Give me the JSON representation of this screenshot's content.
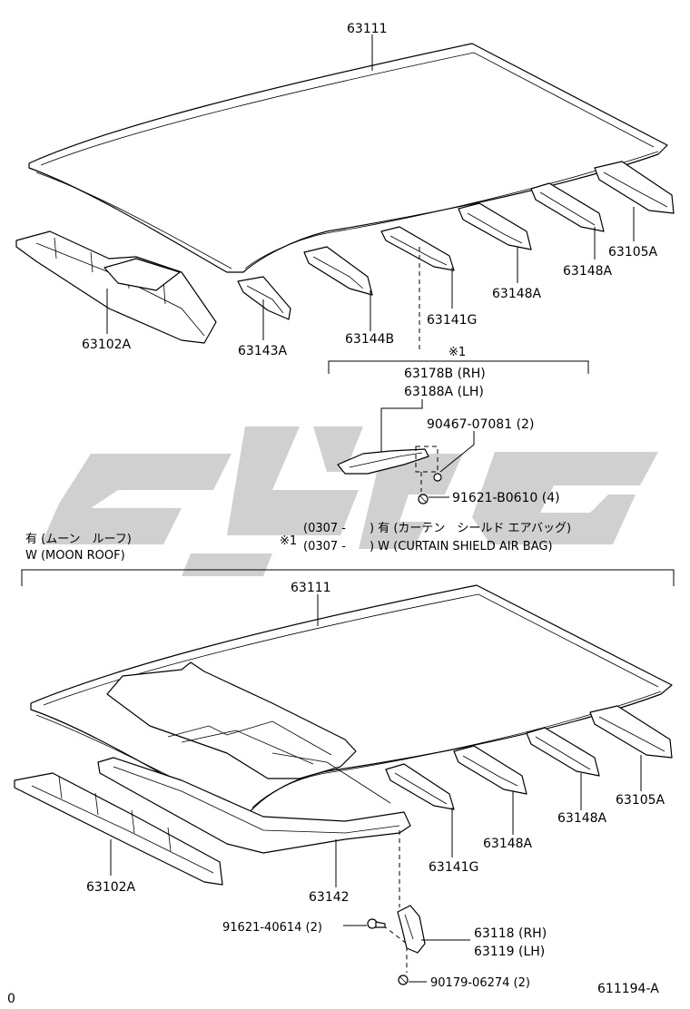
{
  "top_section": {
    "labels": {
      "roof_panel": "63111",
      "front_header": "63102A",
      "bow_front": "63143A",
      "bow_2": "63144B",
      "bow_3": "63141G",
      "bow_4": "63148A",
      "bow_5": "63148A",
      "bow_rear": "63105A"
    },
    "bracket_group": {
      "marker": "※1",
      "part_rh": "63178B (RH)",
      "part_lh": "63188A (LH)",
      "clip": "90467-07081 (2)",
      "bolt": "91621-B0610 (4)"
    }
  },
  "notes": {
    "moon_roof_jp": "有 (ムーン　ルーフ)",
    "moon_roof_en": "W (MOON ROOF)",
    "marker": "※1",
    "airbag_jp": "(0307 -　　) 有 (カーテン　シールド エアバッグ)",
    "airbag_en": "(0307 -　　) W (CURTAIN SHIELD AIR BAG)"
  },
  "bottom_section": {
    "labels": {
      "roof_panel": "63111",
      "front_header": "63102A",
      "sunroof_reinforcement": "63142",
      "bow_3": "63141G",
      "bow_4": "63148A",
      "bow_5": "63148A",
      "bow_rear": "63105A",
      "bolt": "91621-40614 (2)",
      "hinge_rh": "63118 (RH)",
      "hinge_lh": "63119 (LH)",
      "clip": "90179-06274 (2)"
    }
  },
  "footer": {
    "left_code": "0",
    "drawing_number": "611194-A"
  }
}
